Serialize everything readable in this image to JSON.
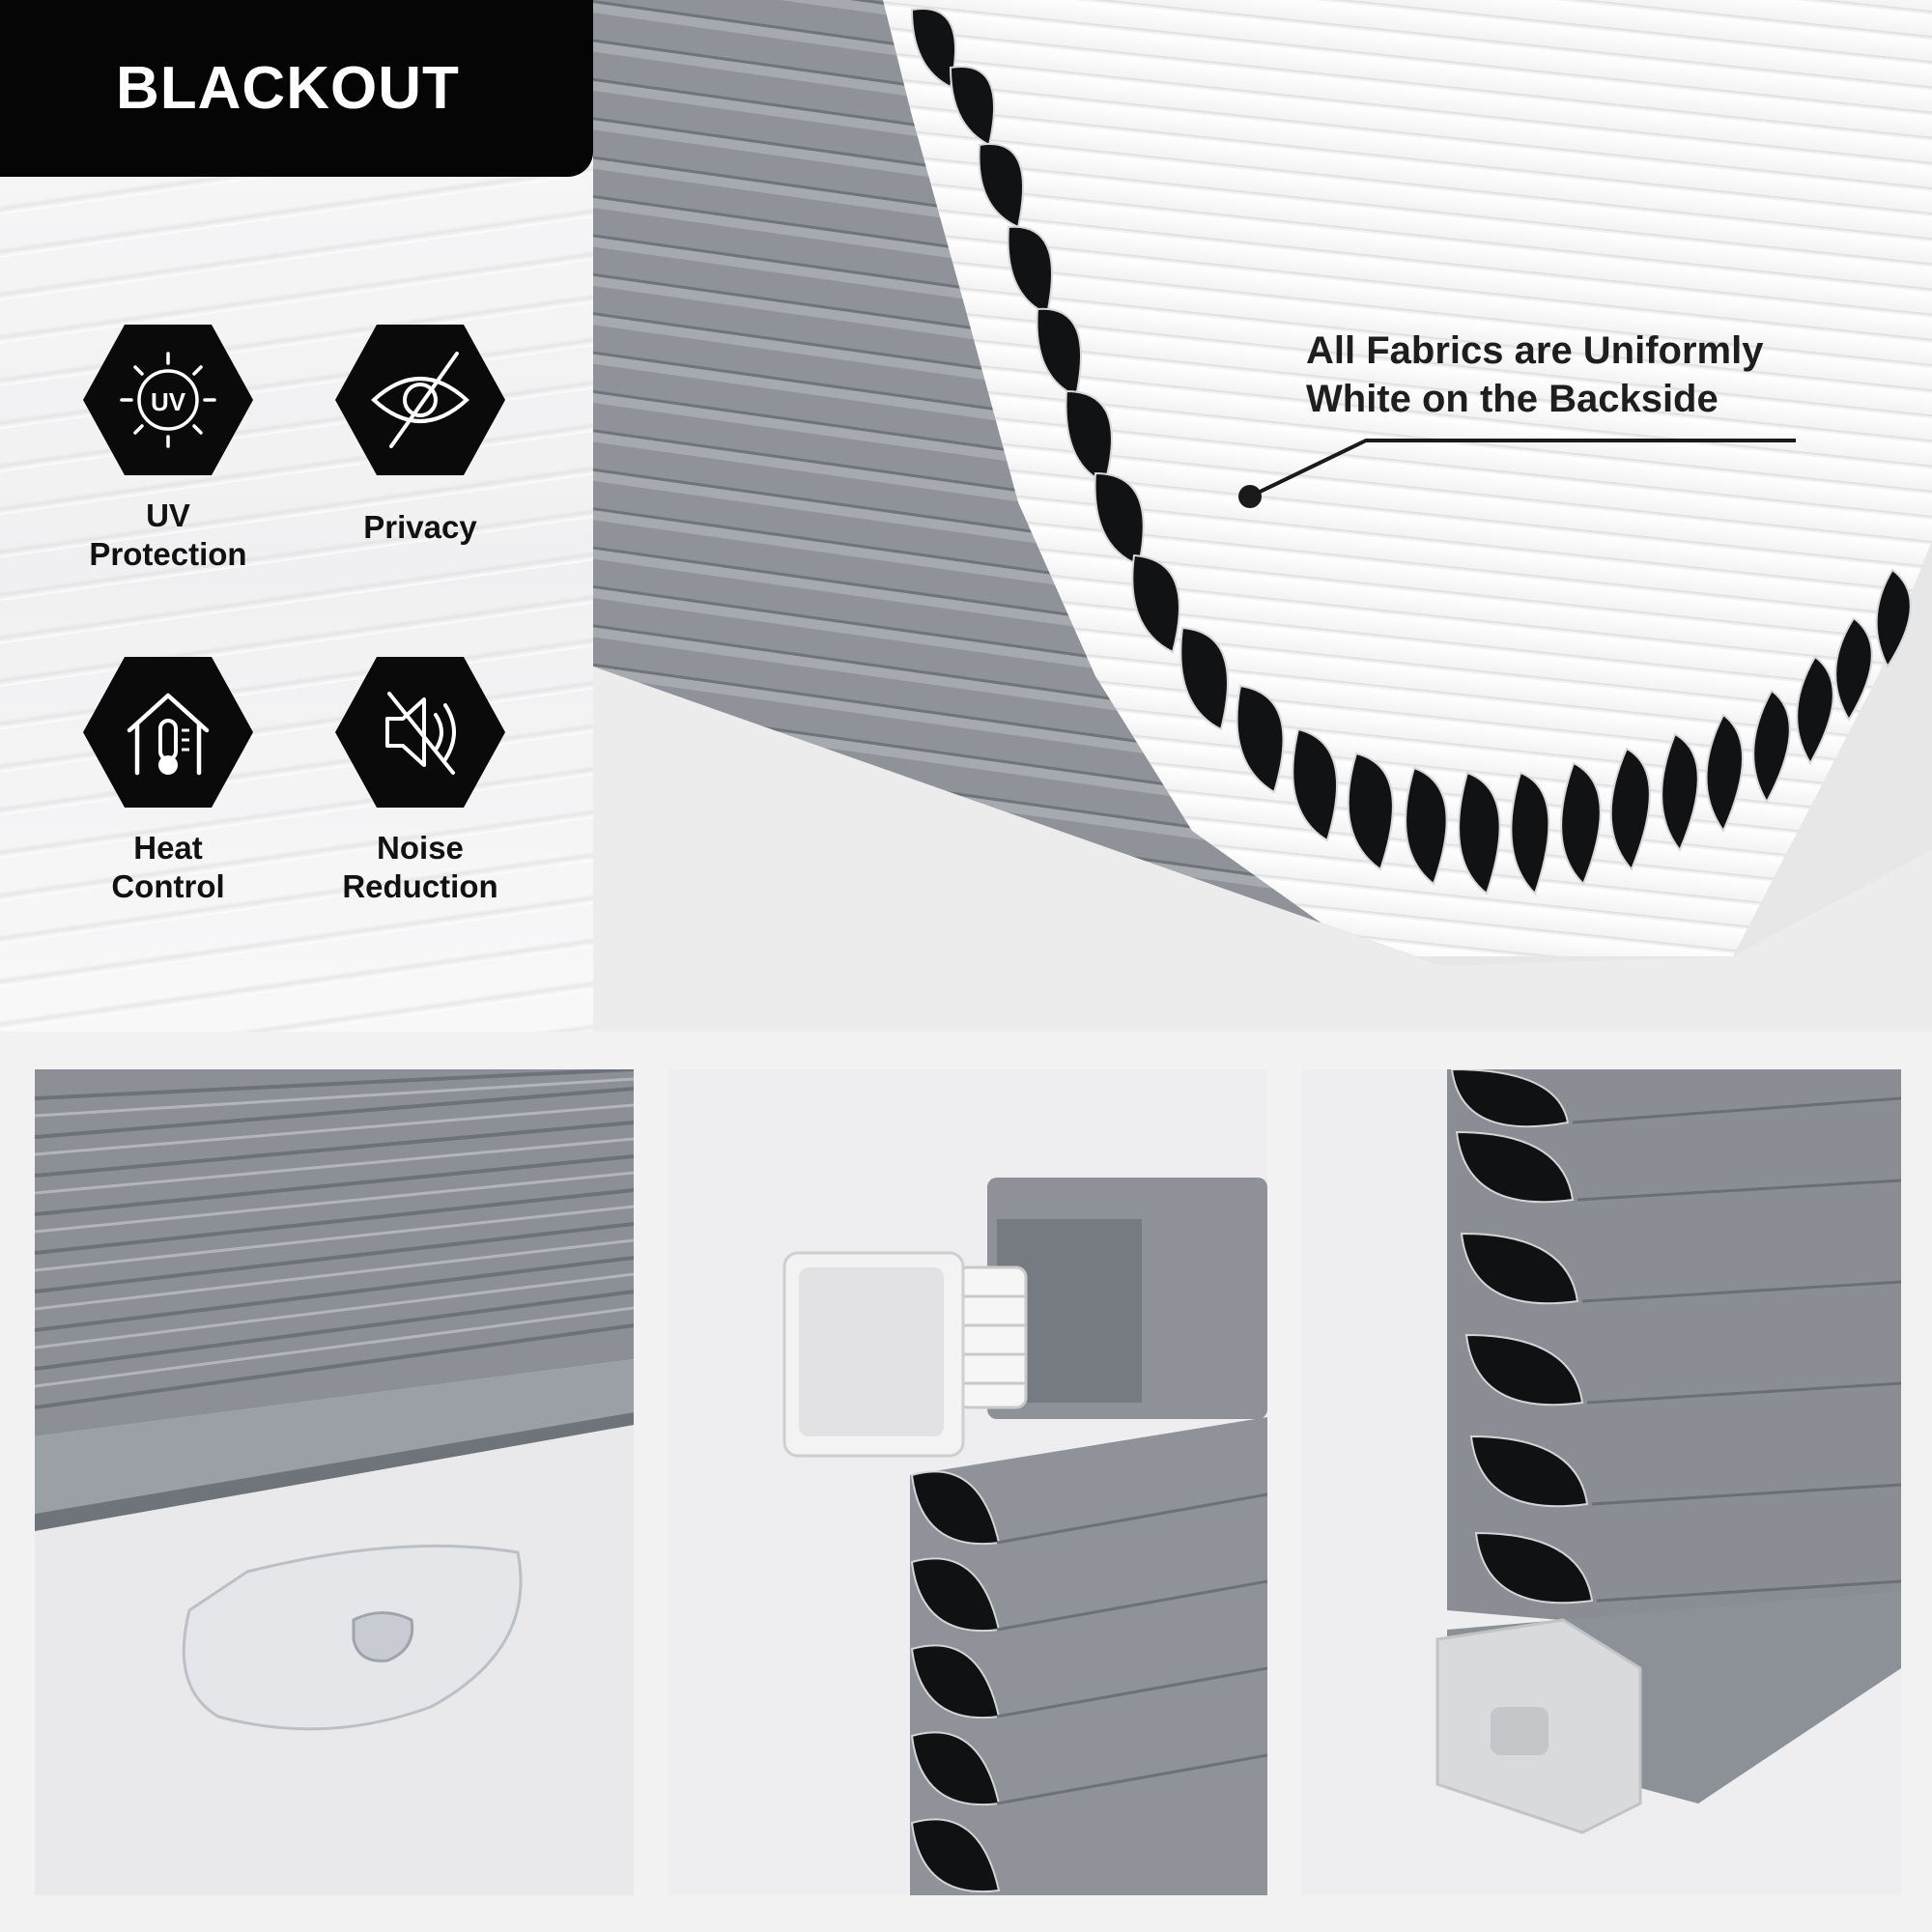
{
  "badge": {
    "label": "BLACKOUT"
  },
  "features": [
    {
      "label": "UV\nProtection",
      "icon": "uv-sun-icon"
    },
    {
      "label": "Privacy",
      "icon": "eye-slash-icon"
    },
    {
      "label": "Heat\nControl",
      "icon": "house-thermometer-icon"
    },
    {
      "label": "Noise\nReduction",
      "icon": "speaker-muted-icon"
    }
  ],
  "uv_icon_text": "UV",
  "callout": {
    "text": "All Fabrics are Uniformly\nWhite on the Backside"
  },
  "colors": {
    "badge_bg": "#050505",
    "hex_bg": "#0a0a0a",
    "fabric_grey": "#8d9298",
    "fabric_dark": "#111214",
    "fabric_white": "#f6f6f7",
    "panel_bg": "#e9e9eb"
  }
}
